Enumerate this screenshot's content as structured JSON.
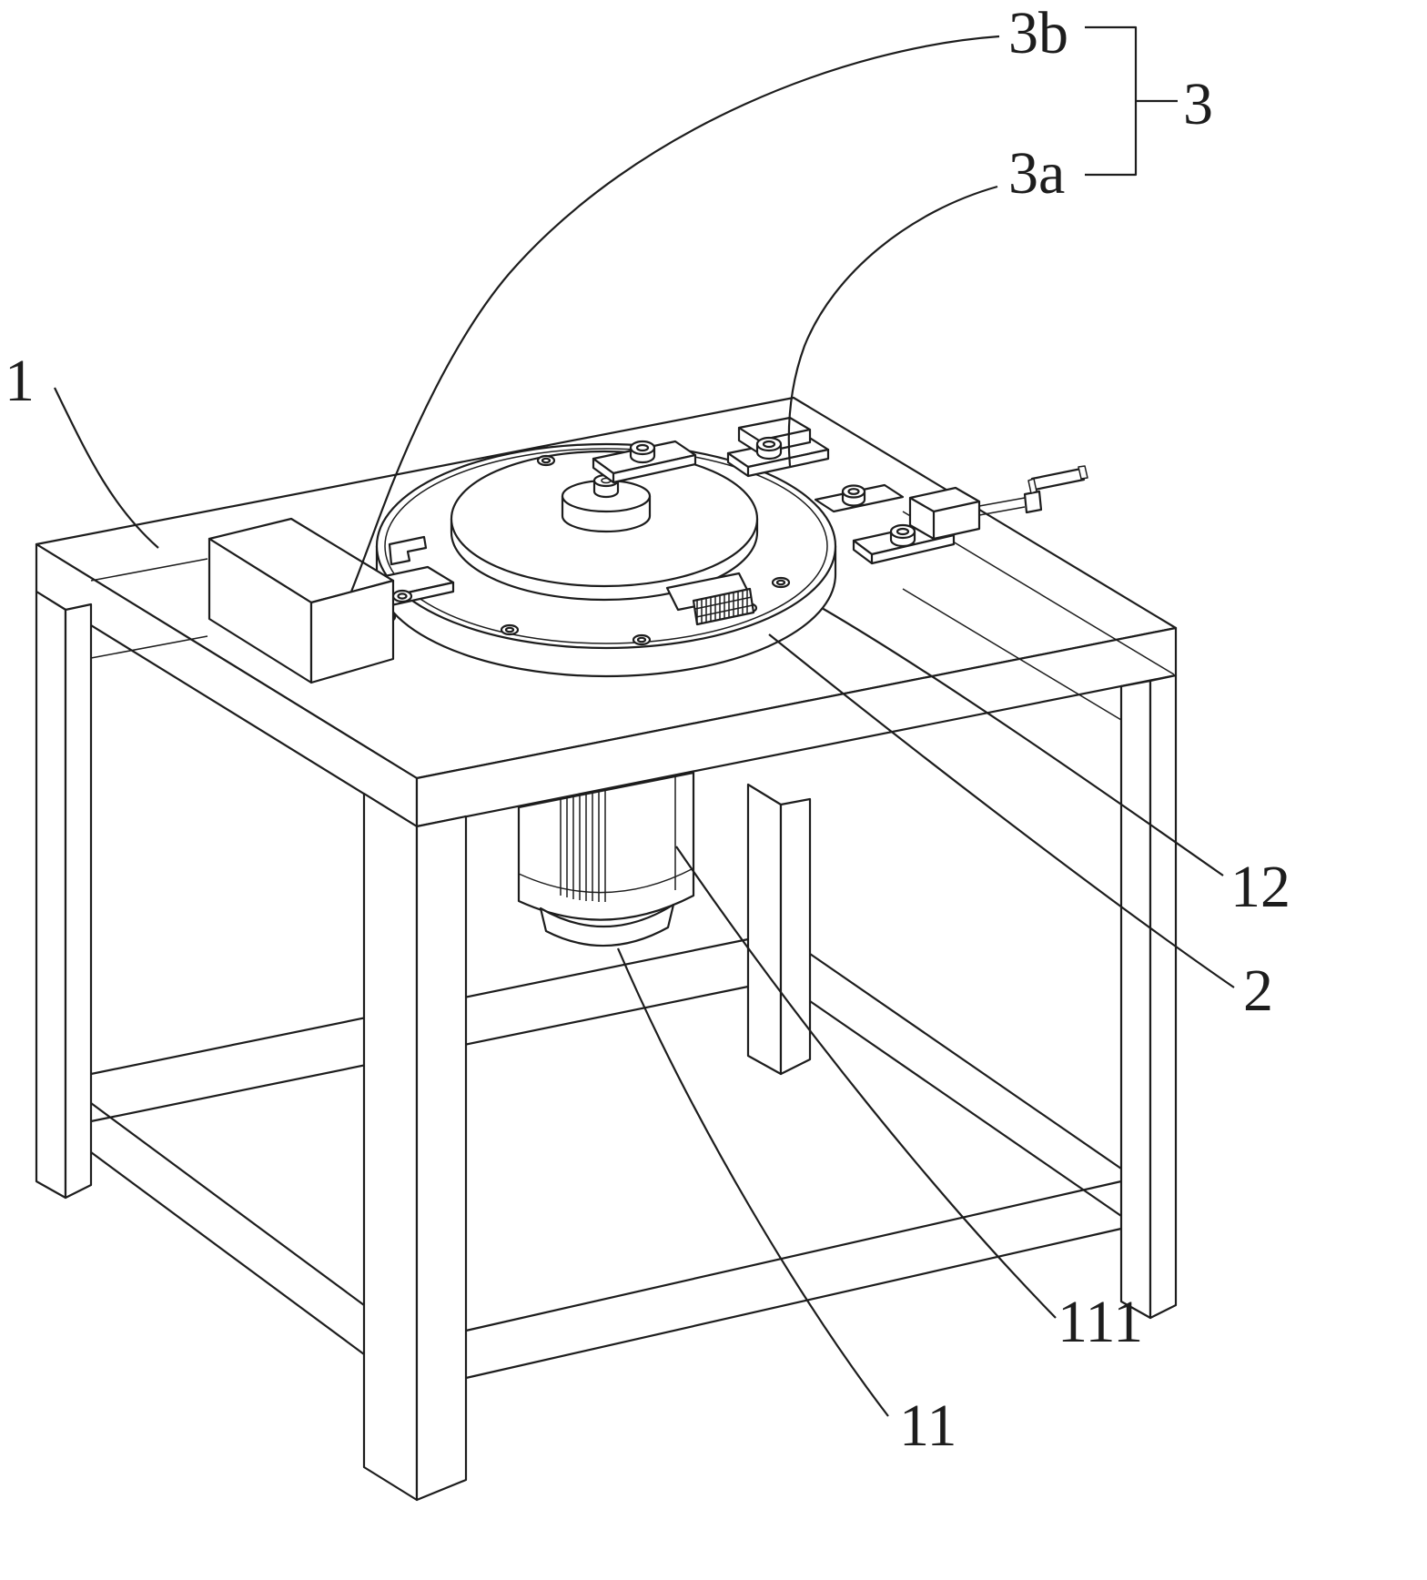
{
  "figure": {
    "background": "#ffffff",
    "line_color": "#1d1d1d",
    "labels": {
      "l1": "1",
      "l2": "2",
      "l3": "3",
      "l3a": "3a",
      "l3b": "3b",
      "l11": "11",
      "l12": "12",
      "l111": "111"
    }
  }
}
